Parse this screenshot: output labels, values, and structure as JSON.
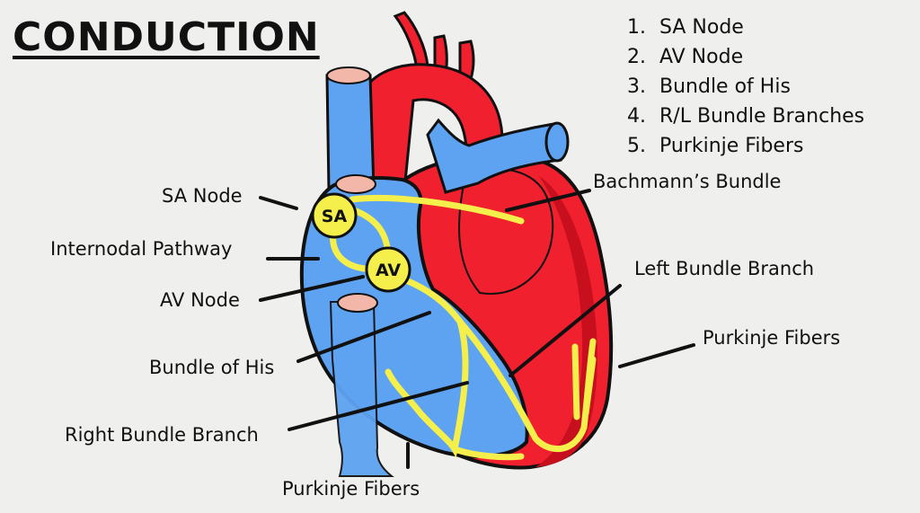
{
  "title": "CONDUCTION",
  "steps": [
    {
      "num": "1.",
      "text": "SA Node"
    },
    {
      "num": "2.",
      "text": "AV Node"
    },
    {
      "num": "3.",
      "text": "Bundle of His"
    },
    {
      "num": "4.",
      "text": "R/L Bundle Branches"
    },
    {
      "num": "5.",
      "text": "Purkinje Fibers"
    }
  ],
  "labels": {
    "sa_node": "SA Node",
    "internodal_pathway": "Internodal Pathway",
    "av_node": "AV Node",
    "bundle_of_his": "Bundle of His",
    "right_bundle_branch": "Right Bundle Branch",
    "purkinje_bottom": "Purkinje Fibers",
    "bachmanns_bundle": "Bachmann’s Bundle",
    "left_bundle_branch": "Left Bundle Branch",
    "purkinje_right": "Purkinje Fibers"
  },
  "nodes": {
    "sa": "SA",
    "av": "AV"
  },
  "colors": {
    "red": "#f0202e",
    "dark_red": "#c80f1d",
    "blue": "#5ea3f2",
    "yellow": "#f5ef4b",
    "pink": "#f2b7a8",
    "outline": "#111111"
  }
}
